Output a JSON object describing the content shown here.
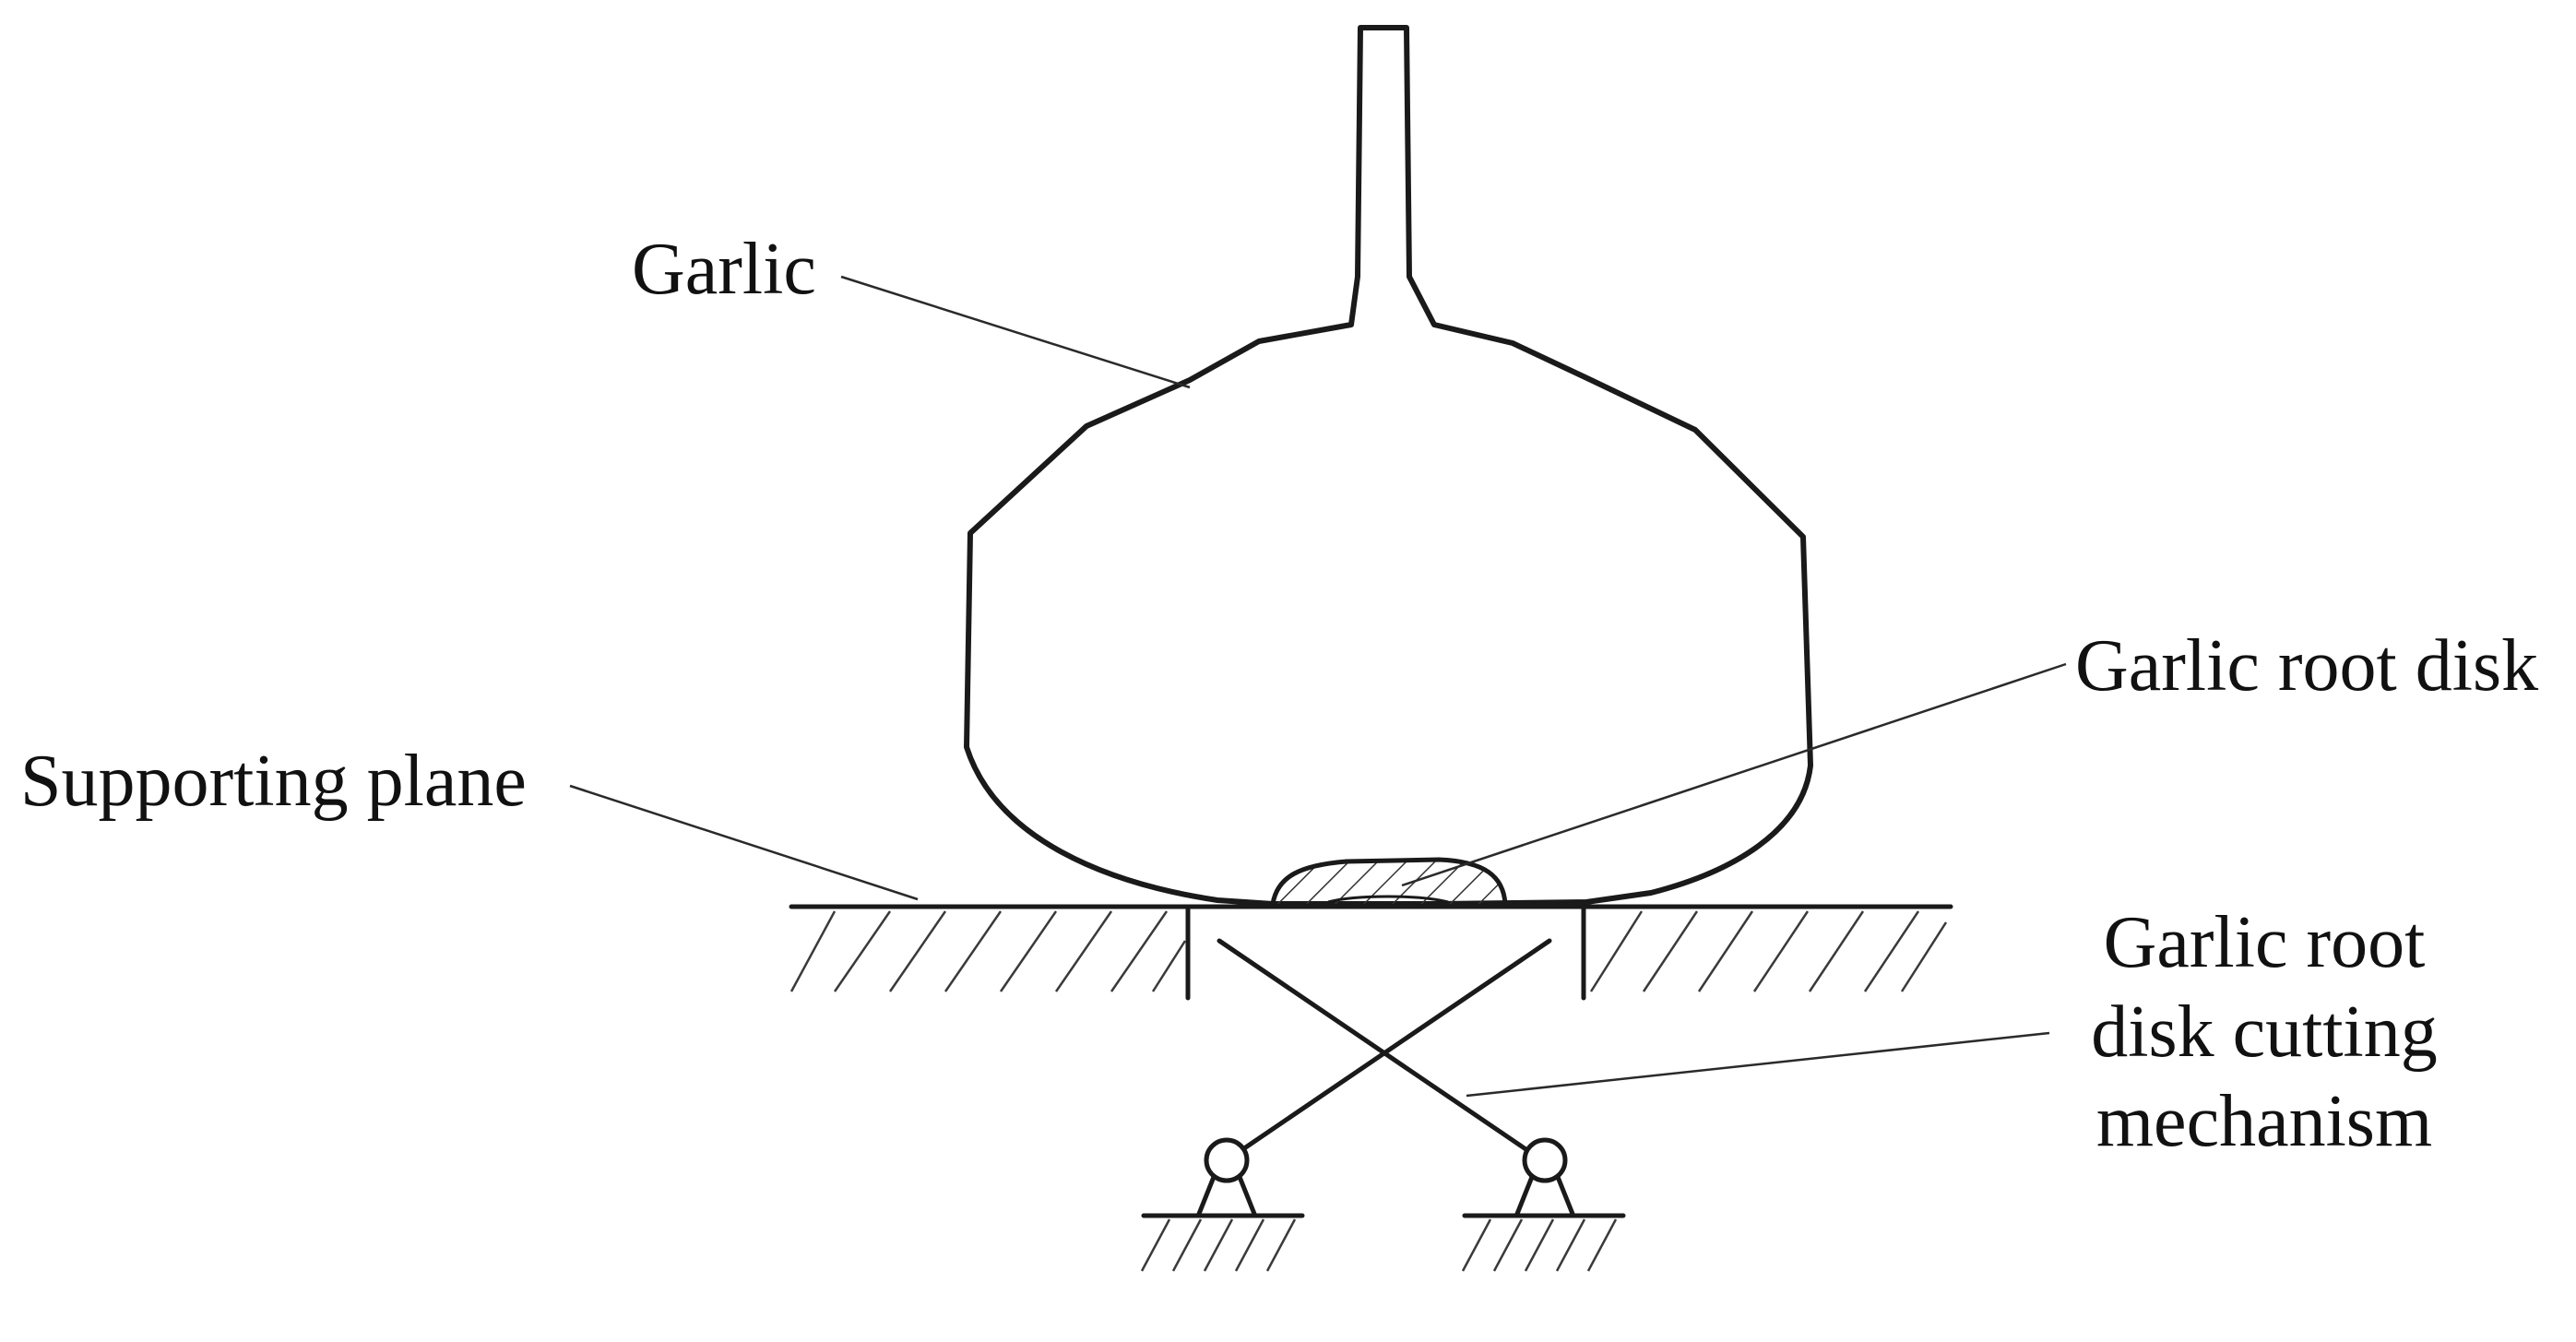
{
  "labels": {
    "garlic": "Garlic",
    "supporting_plane": "Supporting plane",
    "root_disk": "Garlic root disk",
    "cutting_mechanism_line1": "Garlic root",
    "cutting_mechanism_line2": "disk cutting",
    "cutting_mechanism_line3": "mechanism"
  },
  "colors": {
    "line": "#1a1a1a",
    "background": "#ffffff"
  }
}
